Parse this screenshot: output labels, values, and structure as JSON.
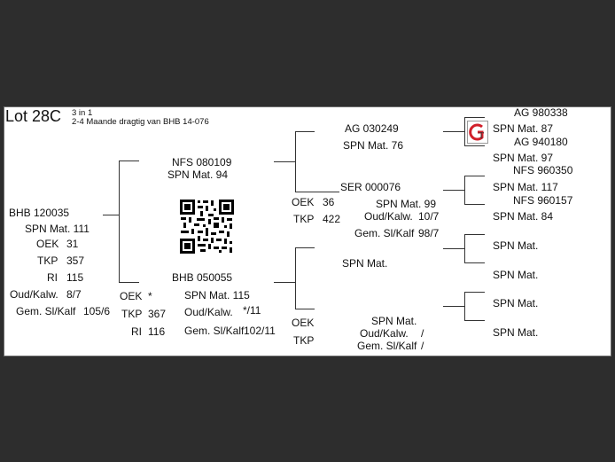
{
  "lot": {
    "title": "Lot 28C",
    "subtitle": "3 in 1",
    "description": "2-4 Maande dragtig van BHB 14-076"
  },
  "dam": {
    "id": "BHB 120035",
    "spn": "SPN Mat. 111",
    "oek_label": "OEK",
    "oek": "31",
    "tkp_label": "TKP",
    "tkp": "357",
    "ri_label": "RI",
    "ri": "115",
    "oud_label": "Oud/Kalw.",
    "oud": "8/7",
    "gem_label": "Gem. Sl/Kalf",
    "gem": "105/6"
  },
  "sire": {
    "id": "NFS 080109",
    "spn": "SPN Mat. 94"
  },
  "dam2": {
    "id": "BHB 050055",
    "spn": "SPN Mat. 115",
    "oek_label": "OEK",
    "oek": "*",
    "tkp_label": "TKP",
    "tkp": "367",
    "ri_label": "RI",
    "ri": "116",
    "oud_label": "Oud/Kalw.",
    "oud": "*/11",
    "gem_label": "Gem. Sl/Kalf",
    "gem": "102/11"
  },
  "gen3": {
    "ag": "AG  030249",
    "ag_spn": "SPN Mat. 76",
    "ser": "SER 000076",
    "ser_spn": "SPN Mat. 99",
    "ser_oek_label": "OEK",
    "ser_oek": "36",
    "ser_tkp_label": "TKP",
    "ser_tkp": "422",
    "ser_oud_label": "Oud/Kalw.",
    "ser_oud": "10/7",
    "ser_gem_label": "Gem. Sl/Kalf",
    "ser_gem": "98/7",
    "upper_spn": "SPN Mat.",
    "lower_oek_label": "OEK",
    "lower_tkp_label": "TKP",
    "lower_spn": "SPN Mat.",
    "lower_oud_label": "Oud/Kalw.",
    "lower_oud": "/",
    "lower_gem_label": "Gem. Sl/Kalf",
    "lower_gem": "/"
  },
  "gen4": {
    "ag1": "AG  980338",
    "spn1": "SPN Mat. 87",
    "ag2": "AG  940180",
    "spn2": "SPN Mat. 97",
    "nfs1": "NFS 960350",
    "spn3": "SPN Mat. 117",
    "nfs2": "NFS 960157",
    "spn4": "SPN Mat. 84",
    "spn5": "SPN Mat.",
    "spn6": "SPN Mat.",
    "spn7": "SPN Mat.",
    "spn8": "SPN Mat."
  },
  "icons": {
    "qr": "qr-code-icon",
    "logo": "gt-logo-icon"
  },
  "colors": {
    "background": "#2d2d2d",
    "card": "#ffffff",
    "lines": "#333333",
    "logo_red": "#d11f2a"
  }
}
